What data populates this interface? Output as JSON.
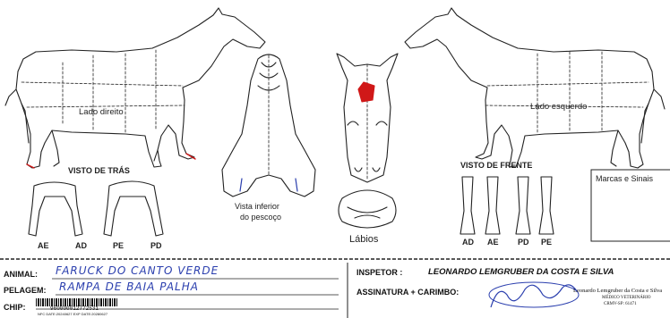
{
  "diagram": {
    "left_side_label": "Lado direito",
    "right_side_label": "Lado esquerdo",
    "rear_view_title": "VISTO DE TRÁS",
    "front_view_title": "VISTO DE FRENTE",
    "neck_label_line1": "Vista inferior",
    "neck_label_line2": "do pescoço",
    "lips_label": "Lábios",
    "marks_box_title": "Marcas e Sinais",
    "rear_legs": [
      "AE",
      "AD",
      "PE",
      "PD"
    ],
    "front_legs": [
      "AD",
      "AE",
      "PD",
      "PE"
    ]
  },
  "form": {
    "animal_label": "ANIMAL:",
    "animal_value": "FARUCK DO CANTO VERDE",
    "coat_label": "PELAGEM:",
    "coat_value": "RAMPA DE BAIA PALHA",
    "chip_label": "CHIP:",
    "chip_number": "960000012772531",
    "chip_dates": "NFC DATE:20240627 EXP DATE:20280627",
    "inspector_label": "INSPETOR :",
    "inspector_name": "LEONARDO LEMGRUBER DA COSTA E SILVA",
    "signature_label": "ASSINATURA + CARIMBO:",
    "stamp_name": "Leonardo Lemgruber da Costa e Silva",
    "stamp_title": "MÉDICO VETERINÁRIO",
    "stamp_crmv": "CRMV-SP: 61471"
  },
  "colors": {
    "ink": "#222222",
    "marking_red": "#d01818",
    "pen_blue": "#2b3fae"
  }
}
